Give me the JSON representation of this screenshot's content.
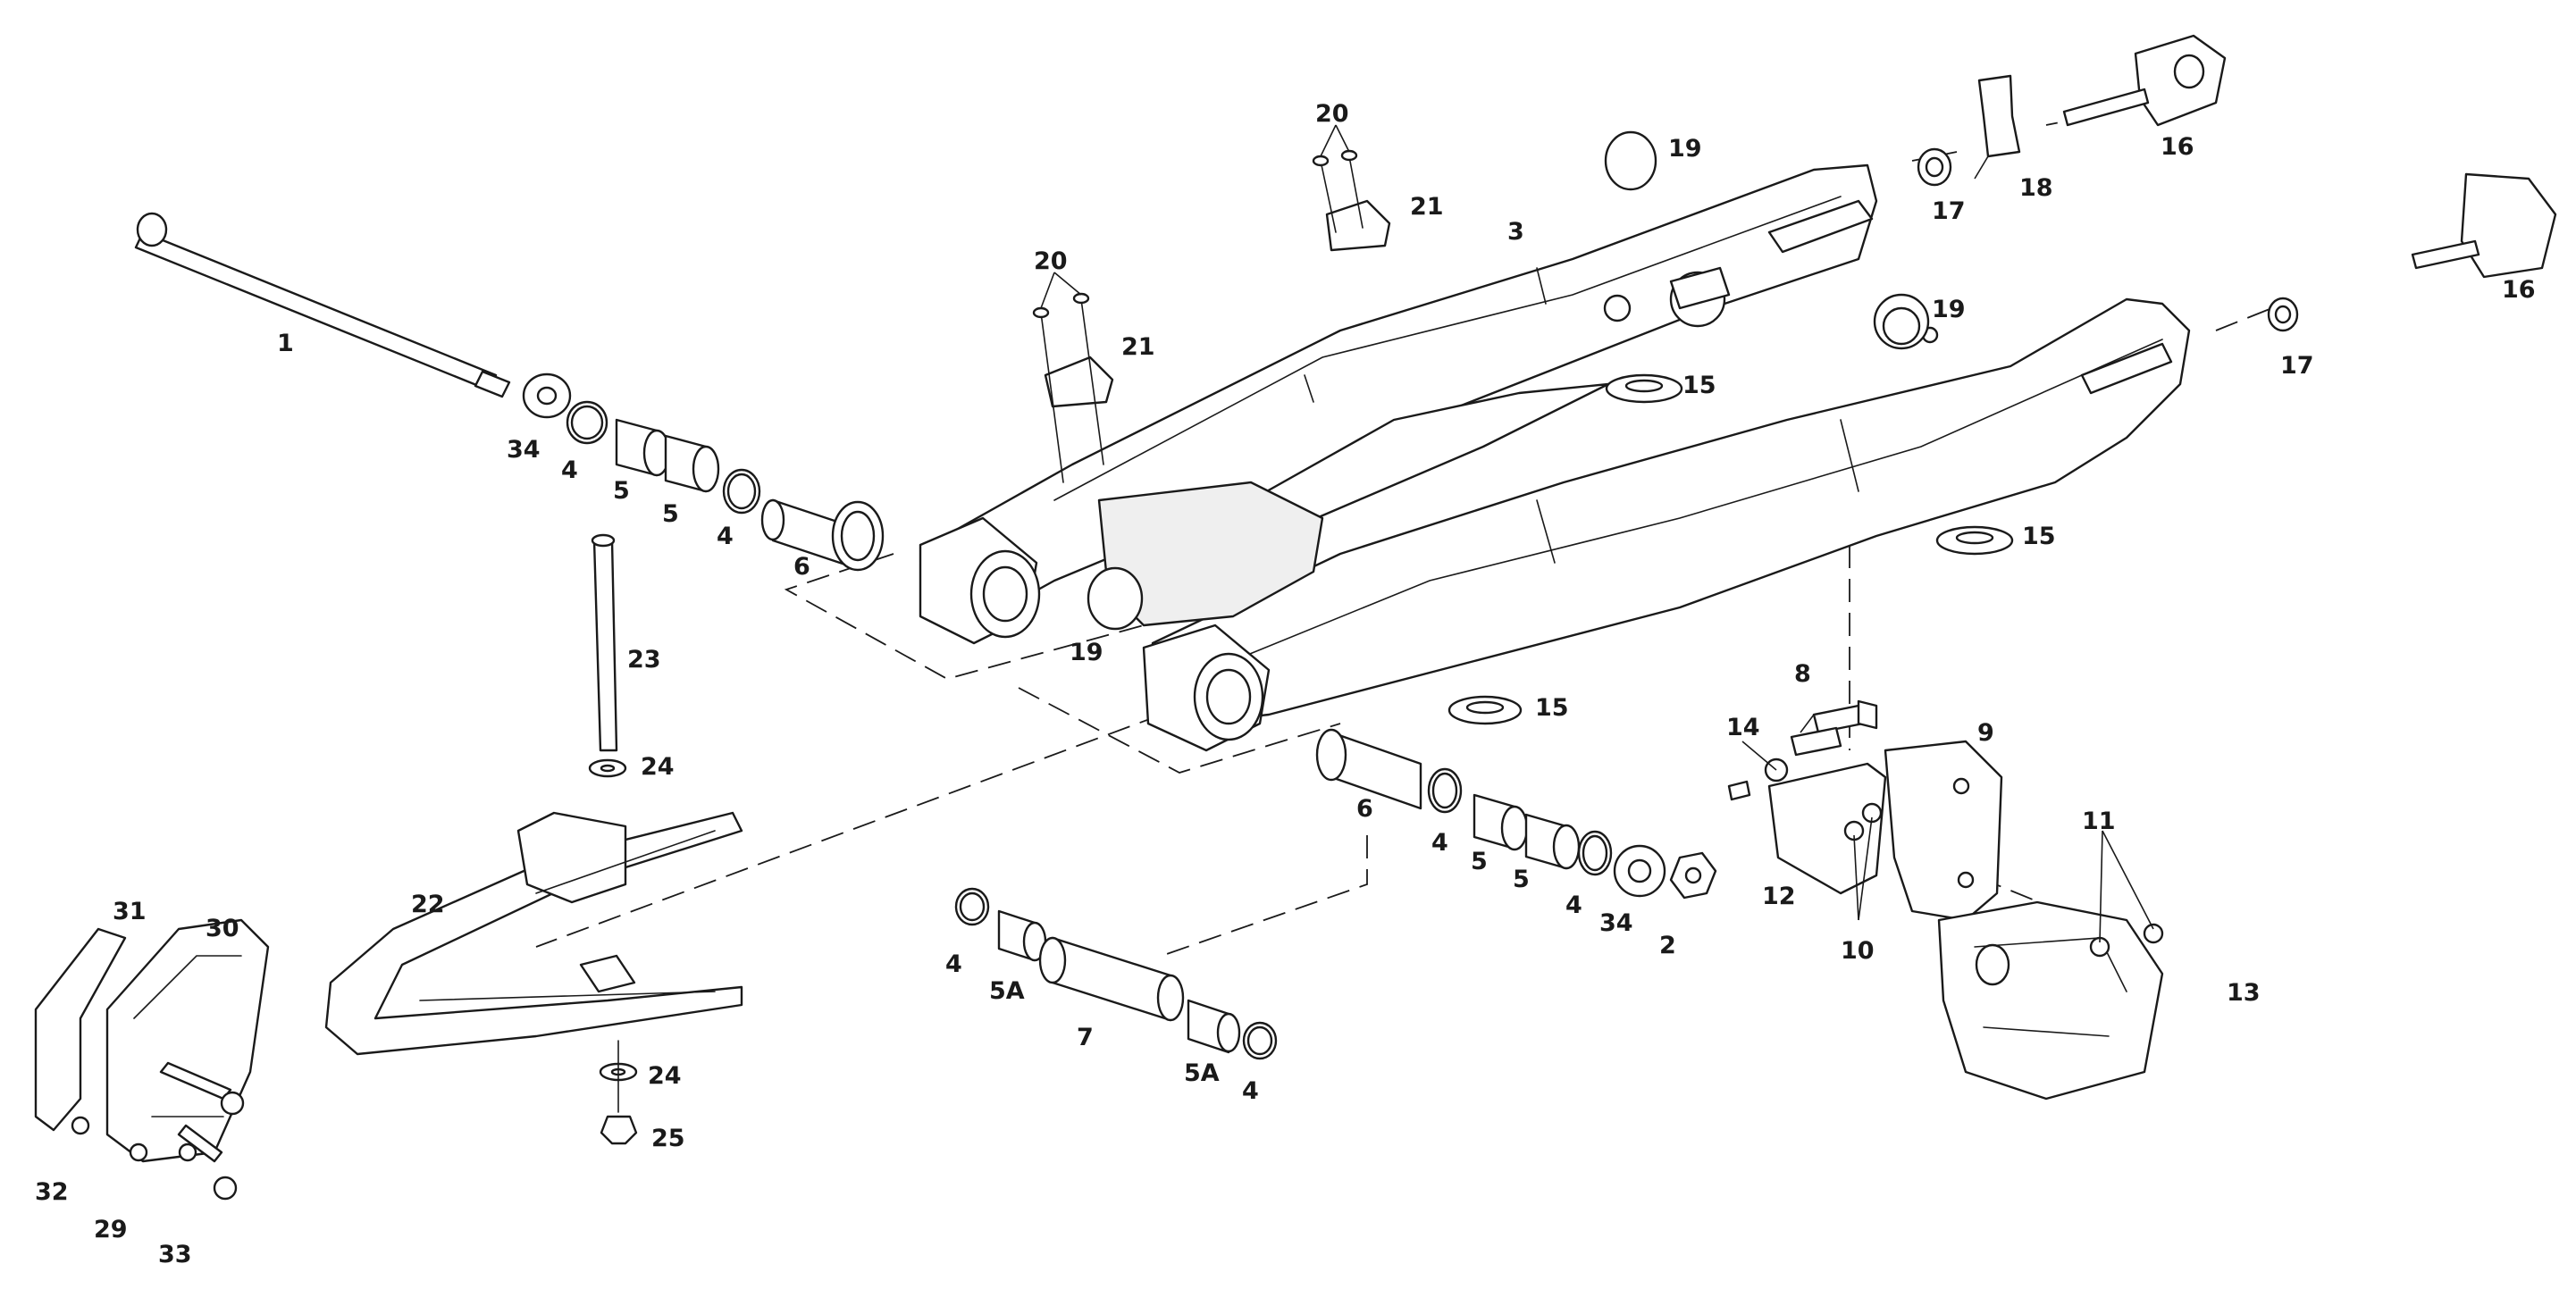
{
  "colors": {
    "ink": "#1a1a1a",
    "paper": "#ffffff",
    "shade": "#efefef"
  },
  "labels": [
    {
      "id": "l1",
      "text": "1"
    },
    {
      "id": "l2",
      "text": "2"
    },
    {
      "id": "l3",
      "text": "3"
    },
    {
      "id": "l4a",
      "text": "4"
    },
    {
      "id": "l4b",
      "text": "4"
    },
    {
      "id": "l4c",
      "text": "4"
    },
    {
      "id": "l4d",
      "text": "4"
    },
    {
      "id": "l4e",
      "text": "4"
    },
    {
      "id": "l4f",
      "text": "4"
    },
    {
      "id": "l5a",
      "text": "5"
    },
    {
      "id": "l5b",
      "text": "5"
    },
    {
      "id": "l5c",
      "text": "5"
    },
    {
      "id": "l5d",
      "text": "5"
    },
    {
      "id": "l5Aa",
      "text": "5A"
    },
    {
      "id": "l5Ab",
      "text": "5A"
    },
    {
      "id": "l6a",
      "text": "6"
    },
    {
      "id": "l6b",
      "text": "6"
    },
    {
      "id": "l7",
      "text": "7"
    },
    {
      "id": "l8",
      "text": "8"
    },
    {
      "id": "l9",
      "text": "9"
    },
    {
      "id": "l10",
      "text": "10"
    },
    {
      "id": "l11",
      "text": "11"
    },
    {
      "id": "l12",
      "text": "12"
    },
    {
      "id": "l13",
      "text": "13"
    },
    {
      "id": "l14",
      "text": "14"
    },
    {
      "id": "l15a",
      "text": "15"
    },
    {
      "id": "l15b",
      "text": "15"
    },
    {
      "id": "l15c",
      "text": "15"
    },
    {
      "id": "l16a",
      "text": "16"
    },
    {
      "id": "l16b",
      "text": "16"
    },
    {
      "id": "l17a",
      "text": "17"
    },
    {
      "id": "l17b",
      "text": "17"
    },
    {
      "id": "l18",
      "text": "18"
    },
    {
      "id": "l19a",
      "text": "19"
    },
    {
      "id": "l19b",
      "text": "19"
    },
    {
      "id": "l19c",
      "text": "19"
    },
    {
      "id": "l20a",
      "text": "20"
    },
    {
      "id": "l20b",
      "text": "20"
    },
    {
      "id": "l21a",
      "text": "21"
    },
    {
      "id": "l21b",
      "text": "21"
    },
    {
      "id": "l22",
      "text": "22"
    },
    {
      "id": "l23",
      "text": "23"
    },
    {
      "id": "l24a",
      "text": "24"
    },
    {
      "id": "l24b",
      "text": "24"
    },
    {
      "id": "l25",
      "text": "25"
    },
    {
      "id": "l29",
      "text": "29"
    },
    {
      "id": "l30",
      "text": "30"
    },
    {
      "id": "l31",
      "text": "31"
    },
    {
      "id": "l32",
      "text": "32"
    },
    {
      "id": "l33",
      "text": "33"
    },
    {
      "id": "l34a",
      "text": "34"
    },
    {
      "id": "l34b",
      "text": "34"
    }
  ]
}
